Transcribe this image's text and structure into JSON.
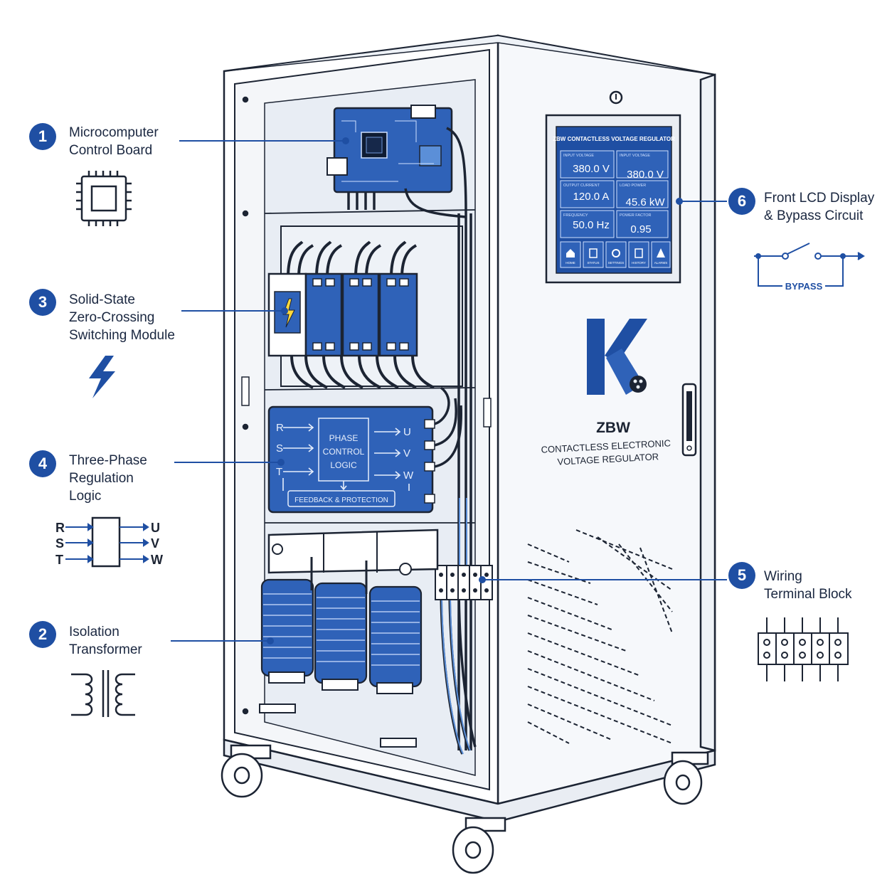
{
  "callouts": [
    {
      "num": "1",
      "lines": [
        "Microcomputer",
        "Control Board"
      ]
    },
    {
      "num": "3",
      "lines": [
        "Solid-State",
        "Zero-Crossing",
        "Switching Module"
      ]
    },
    {
      "num": "4",
      "lines": [
        "Three-Phase",
        "Regulation",
        "Logic"
      ]
    },
    {
      "num": "2",
      "lines": [
        "Isolation",
        "Transformer"
      ]
    },
    {
      "num": "6",
      "lines": [
        "Front LCD Display",
        "& Bypass Circuit"
      ]
    },
    {
      "num": "5",
      "lines": [
        "Wiring",
        "Terminal Block"
      ]
    }
  ],
  "bypass_label": "BYPASS",
  "logic_icon": {
    "inputs": [
      "R",
      "S",
      "T"
    ],
    "outputs": [
      "U",
      "V",
      "W"
    ]
  },
  "logic_board": {
    "inputs": [
      "R",
      "S",
      "T"
    ],
    "outputs": [
      "U",
      "V",
      "W"
    ],
    "center_lines": [
      "PHASE",
      "CONTROL",
      "LOGIC"
    ],
    "feedback": "FEEDBACK & PROTECTION"
  },
  "lcd": {
    "title": "ZBW CONTACTLESS VOLTAGE REGULATOR",
    "cells": [
      {
        "label": "INPUT VOLTAGE",
        "value": "380.0 V"
      },
      {
        "label": "INPUT VOLTAGE",
        "value": "380.0 V"
      },
      {
        "label": "OUTPUT CURRENT",
        "value": "120.0 A"
      },
      {
        "label": "LOAD POWER",
        "value": "45.6 kW"
      },
      {
        "label": "FREQUENCY",
        "value": "50.0 Hz"
      },
      {
        "label": "POWER FACTOR",
        "value": "0.95"
      }
    ],
    "nav": [
      "HOME",
      "STATUS",
      "SETTINGS",
      "HISTORY",
      "ALARMS"
    ]
  },
  "brand": {
    "model": "ZBW",
    "desc_lines": [
      "CONTACTLESS ELECTRONIC",
      "VOLTAGE REGULATOR"
    ]
  },
  "colors": {
    "accent": "#1f4fa3",
    "panel_blue": "#2f62b8",
    "light_blue": "#5b8fd8",
    "outline": "#1c2433"
  }
}
